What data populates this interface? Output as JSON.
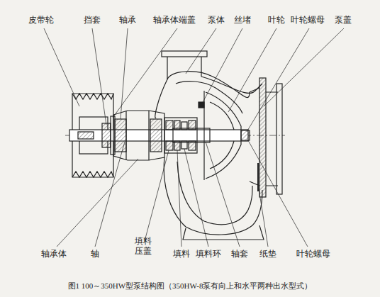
{
  "diagram": {
    "caption": "图1 100～350HW型泵结构图（350HW-8泵有向上和水平两种出水型式）",
    "labels": [
      "皮带轮",
      "挡套",
      "轴承",
      "轴承体端盖",
      "泵体",
      "丝堵",
      "叶轮",
      "叶轮螺母",
      "泵盖",
      "轴承体",
      "轴",
      "填料压盖",
      "填料",
      "填料环",
      "轴套",
      "纸垫",
      "叶轮螺母"
    ]
  }
}
